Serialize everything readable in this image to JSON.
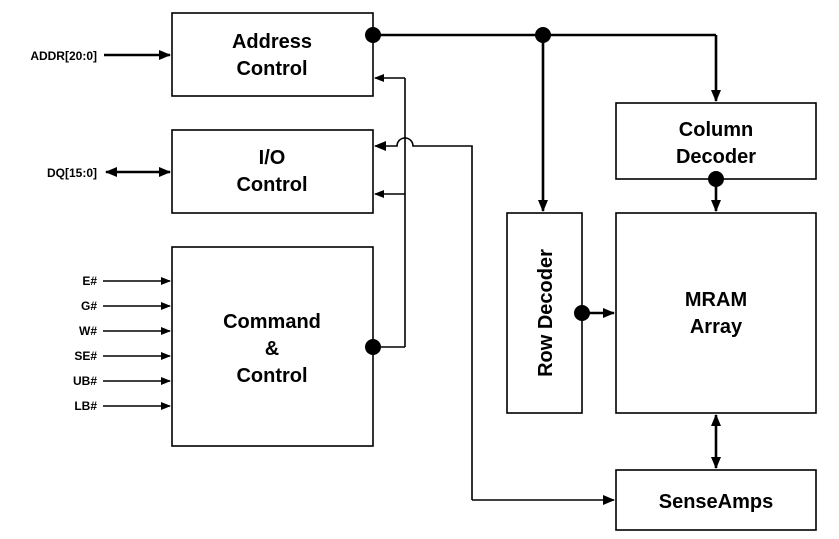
{
  "blocks": {
    "address_control": [
      "Address",
      "Control"
    ],
    "io_control": [
      "I/O",
      "Control"
    ],
    "command_control": [
      "Command",
      "&",
      "Control"
    ],
    "column_decoder": [
      "Column",
      "Decoder"
    ],
    "row_decoder": "Row Decoder",
    "mram_array": [
      "MRAM",
      "Array"
    ],
    "sense_amps": "SenseAmps"
  },
  "signals": {
    "addr": "ADDR[20:0]",
    "dq": "DQ[15:0]",
    "controls": [
      "E#",
      "G#",
      "W#",
      "SE#",
      "UB#",
      "LB#"
    ]
  }
}
